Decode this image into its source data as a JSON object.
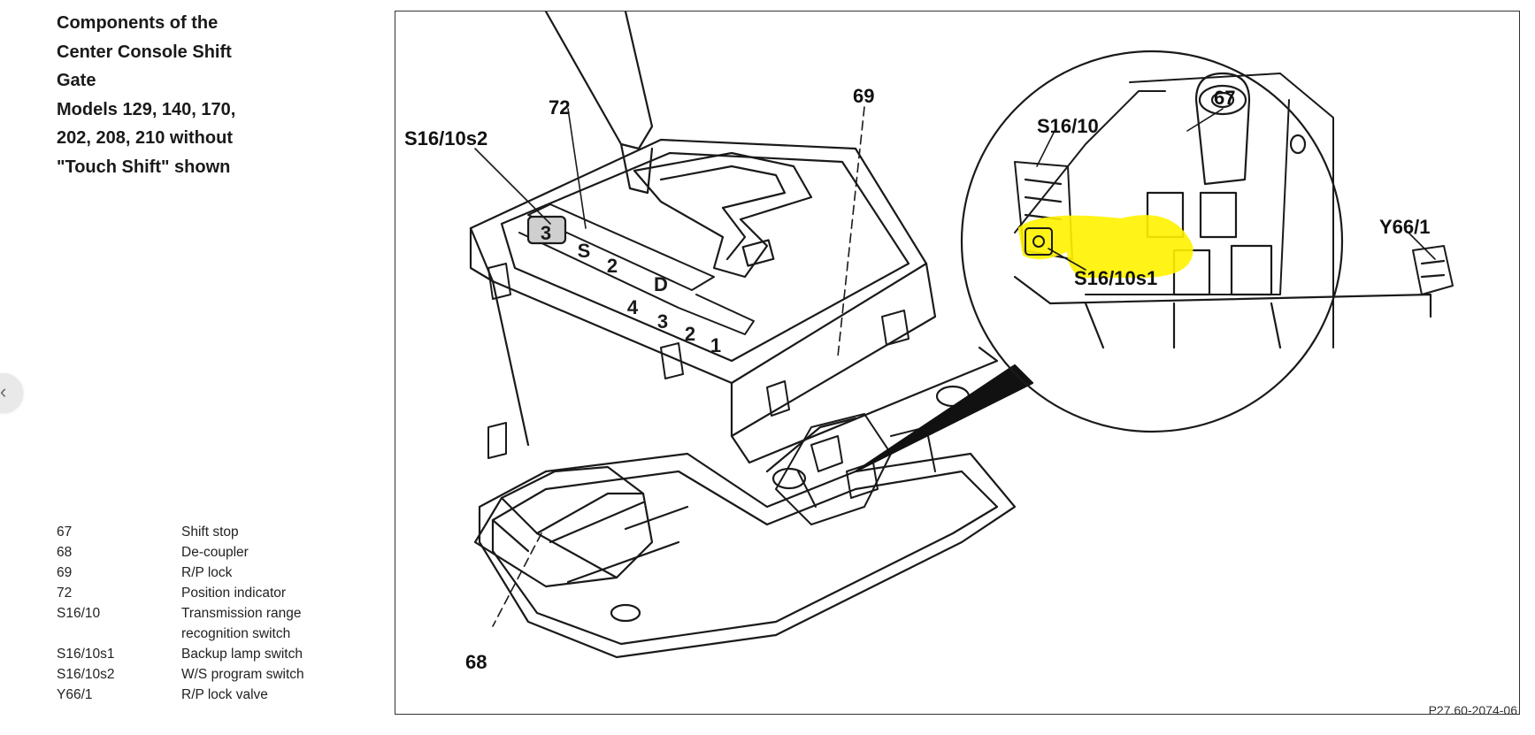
{
  "title_lines": [
    "Components of the",
    "Center Console Shift",
    "Gate",
    "Models 129, 140, 170,",
    "202, 208, 210 without",
    "\"Touch Shift\" shown"
  ],
  "legend": [
    {
      "code": "67",
      "desc": "Shift stop"
    },
    {
      "code": "68",
      "desc": "De-coupler"
    },
    {
      "code": "69",
      "desc": "R/P lock"
    },
    {
      "code": "72",
      "desc": "Position indicator"
    },
    {
      "code": "S16/10",
      "desc": "Transmission range recognition switch"
    },
    {
      "code": "S16/10s1",
      "desc": "Backup lamp switch"
    },
    {
      "code": "S16/10s2",
      "desc": "W/S program switch"
    },
    {
      "code": "Y66/1",
      "desc": "R/P lock valve"
    }
  ],
  "diagram": {
    "callouts": {
      "c72": "72",
      "c69": "69",
      "cS16_10s2": "S16/10s2",
      "c67": "67",
      "cS16_10": "S16/10",
      "cY66_1": "Y66/1",
      "cS16_10s1": "S16/10s1",
      "c68": "68"
    },
    "gate_glyphs": [
      "3",
      "S",
      "2",
      "D",
      "4",
      "3",
      "2",
      "1"
    ],
    "reference_code": "P27.60-2074-06",
    "highlight_color": "#fff200",
    "line_color": "#1a1a1a"
  },
  "nav": {
    "prev_icon": "chevron-left-icon",
    "prev_glyph": "‹"
  }
}
